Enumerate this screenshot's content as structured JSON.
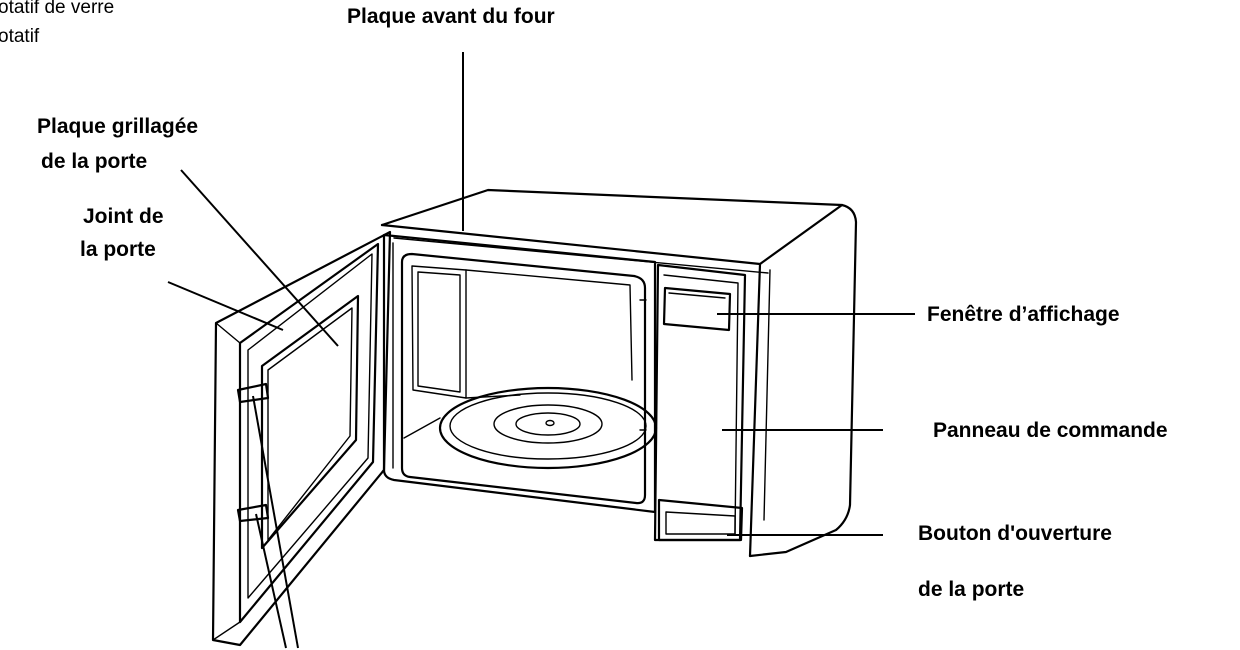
{
  "labels": {
    "turntable_line1": "otatif de verre",
    "turntable_line2": "otatif",
    "front_plate": "Plaque avant du four",
    "door_grill_line1": "Plaque grillagée",
    "door_grill_line2": "de la porte",
    "door_seal_line1": "Joint de",
    "door_seal_line2": "la porte",
    "display_window": "Fenêtre d’affichage",
    "control_panel": "Panneau de commande",
    "door_button_line1": "Bouton d'ouverture",
    "door_button_line2": "de la porte"
  }
}
